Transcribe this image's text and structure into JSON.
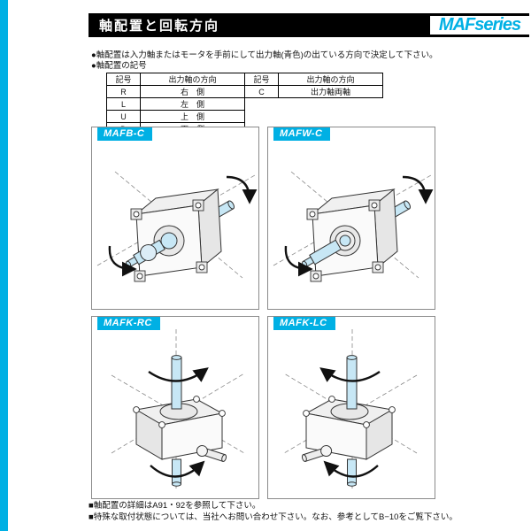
{
  "header": {
    "title": "軸配置と回転方向",
    "series": "MAFseries"
  },
  "intro": {
    "bullet1": "●軸配置は入力軸またはモータを手前にして出力軸(青色)の出ている方向で決定して下さい。",
    "bullet2": "●軸配置の記号"
  },
  "table": {
    "left": {
      "headers": [
        "記号",
        "出力軸の方向"
      ],
      "rows": [
        [
          "R",
          "右　側"
        ],
        [
          "L",
          "左　側"
        ],
        [
          "U",
          "上　側"
        ],
        [
          "D",
          "下　側"
        ]
      ]
    },
    "right": {
      "headers": [
        "記号",
        "出力軸の方向"
      ],
      "rows": [
        [
          "C",
          "出力軸両軸"
        ]
      ]
    }
  },
  "panels": [
    {
      "label": "MAFB-C",
      "drawing": "horizontal-gearbox-isometric"
    },
    {
      "label": "MAFW-C",
      "drawing": "horizontal-gearbox-isometric"
    },
    {
      "label": "MAFK-RC",
      "drawing": "vertical-gearbox-isometric"
    },
    {
      "label": "MAFK-LC",
      "drawing": "vertical-gearbox-isometric-mirrored"
    }
  ],
  "footer": {
    "note1": "■軸配置の詳細はA91・92を参照して下さい。",
    "note2": "■特殊な取付状態については、当社へお問い合わせ下さい。なお、参考としてB−10をご覧下さい。"
  },
  "colors": {
    "accent_cyan": "#00b0e4",
    "shaft_blue": "#c7e7f5",
    "header_black": "#000000"
  }
}
